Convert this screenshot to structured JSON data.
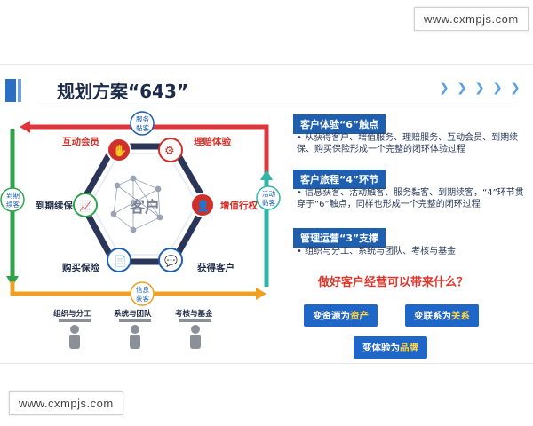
{
  "watermark_top": "www.cxmpjs.com",
  "watermark_bottom": "www.cxmpjs.com",
  "slide": {
    "title": "规划方案“643”",
    "diagram": {
      "center": "客户",
      "left_top": "互动会员",
      "right_top": "理赔体验",
      "left_mid": "到期续保",
      "right_mid": "增值行权",
      "left_bottom": "购买保险",
      "right_bottom": "获得客户",
      "tag_top_1": "服务",
      "tag_top_2": "黏客",
      "tag_left_1": "到期",
      "tag_left_2": "续客",
      "tag_right_1": "活动",
      "tag_right_2": "黏客",
      "tag_bottom_1": "信息",
      "tag_bottom_2": "获客"
    },
    "people": [
      "组织与分工",
      "系统与团队",
      "考核与基金"
    ],
    "panels": [
      {
        "title": "客户体验“6”触点",
        "text": "• 从获得客户、增值服务、理赔服务、互动会员、到期续保、购买保险形成一个完整的闭环体验过程"
      },
      {
        "title": "客户旅程“4”环节",
        "text": "• 信息获客、活动触客、服务黏客、到期续客，“4”环节贯穿于“6”触点，同样也形成一个完整的闭环过程"
      },
      {
        "title": "管理运营“3”支撑",
        "text": "• 组织与分工、系统与团队、考核与基金"
      }
    ],
    "question": "做好客户经营可以带来什么？",
    "buttons": {
      "b1_pre": "变资源为",
      "b1_hl": "资产",
      "b2_pre": "变联系为",
      "b2_hl": "关系",
      "b3_pre": "变体验为",
      "b3_hl": "品牌"
    },
    "colors": {
      "primary_blue": "#1f5fb0",
      "accent_red": "#e0352b",
      "loop_red": "#e0353a",
      "loop_green": "#2ea34a",
      "loop_orange": "#f0a020",
      "loop_teal": "#2eb7a6"
    }
  }
}
